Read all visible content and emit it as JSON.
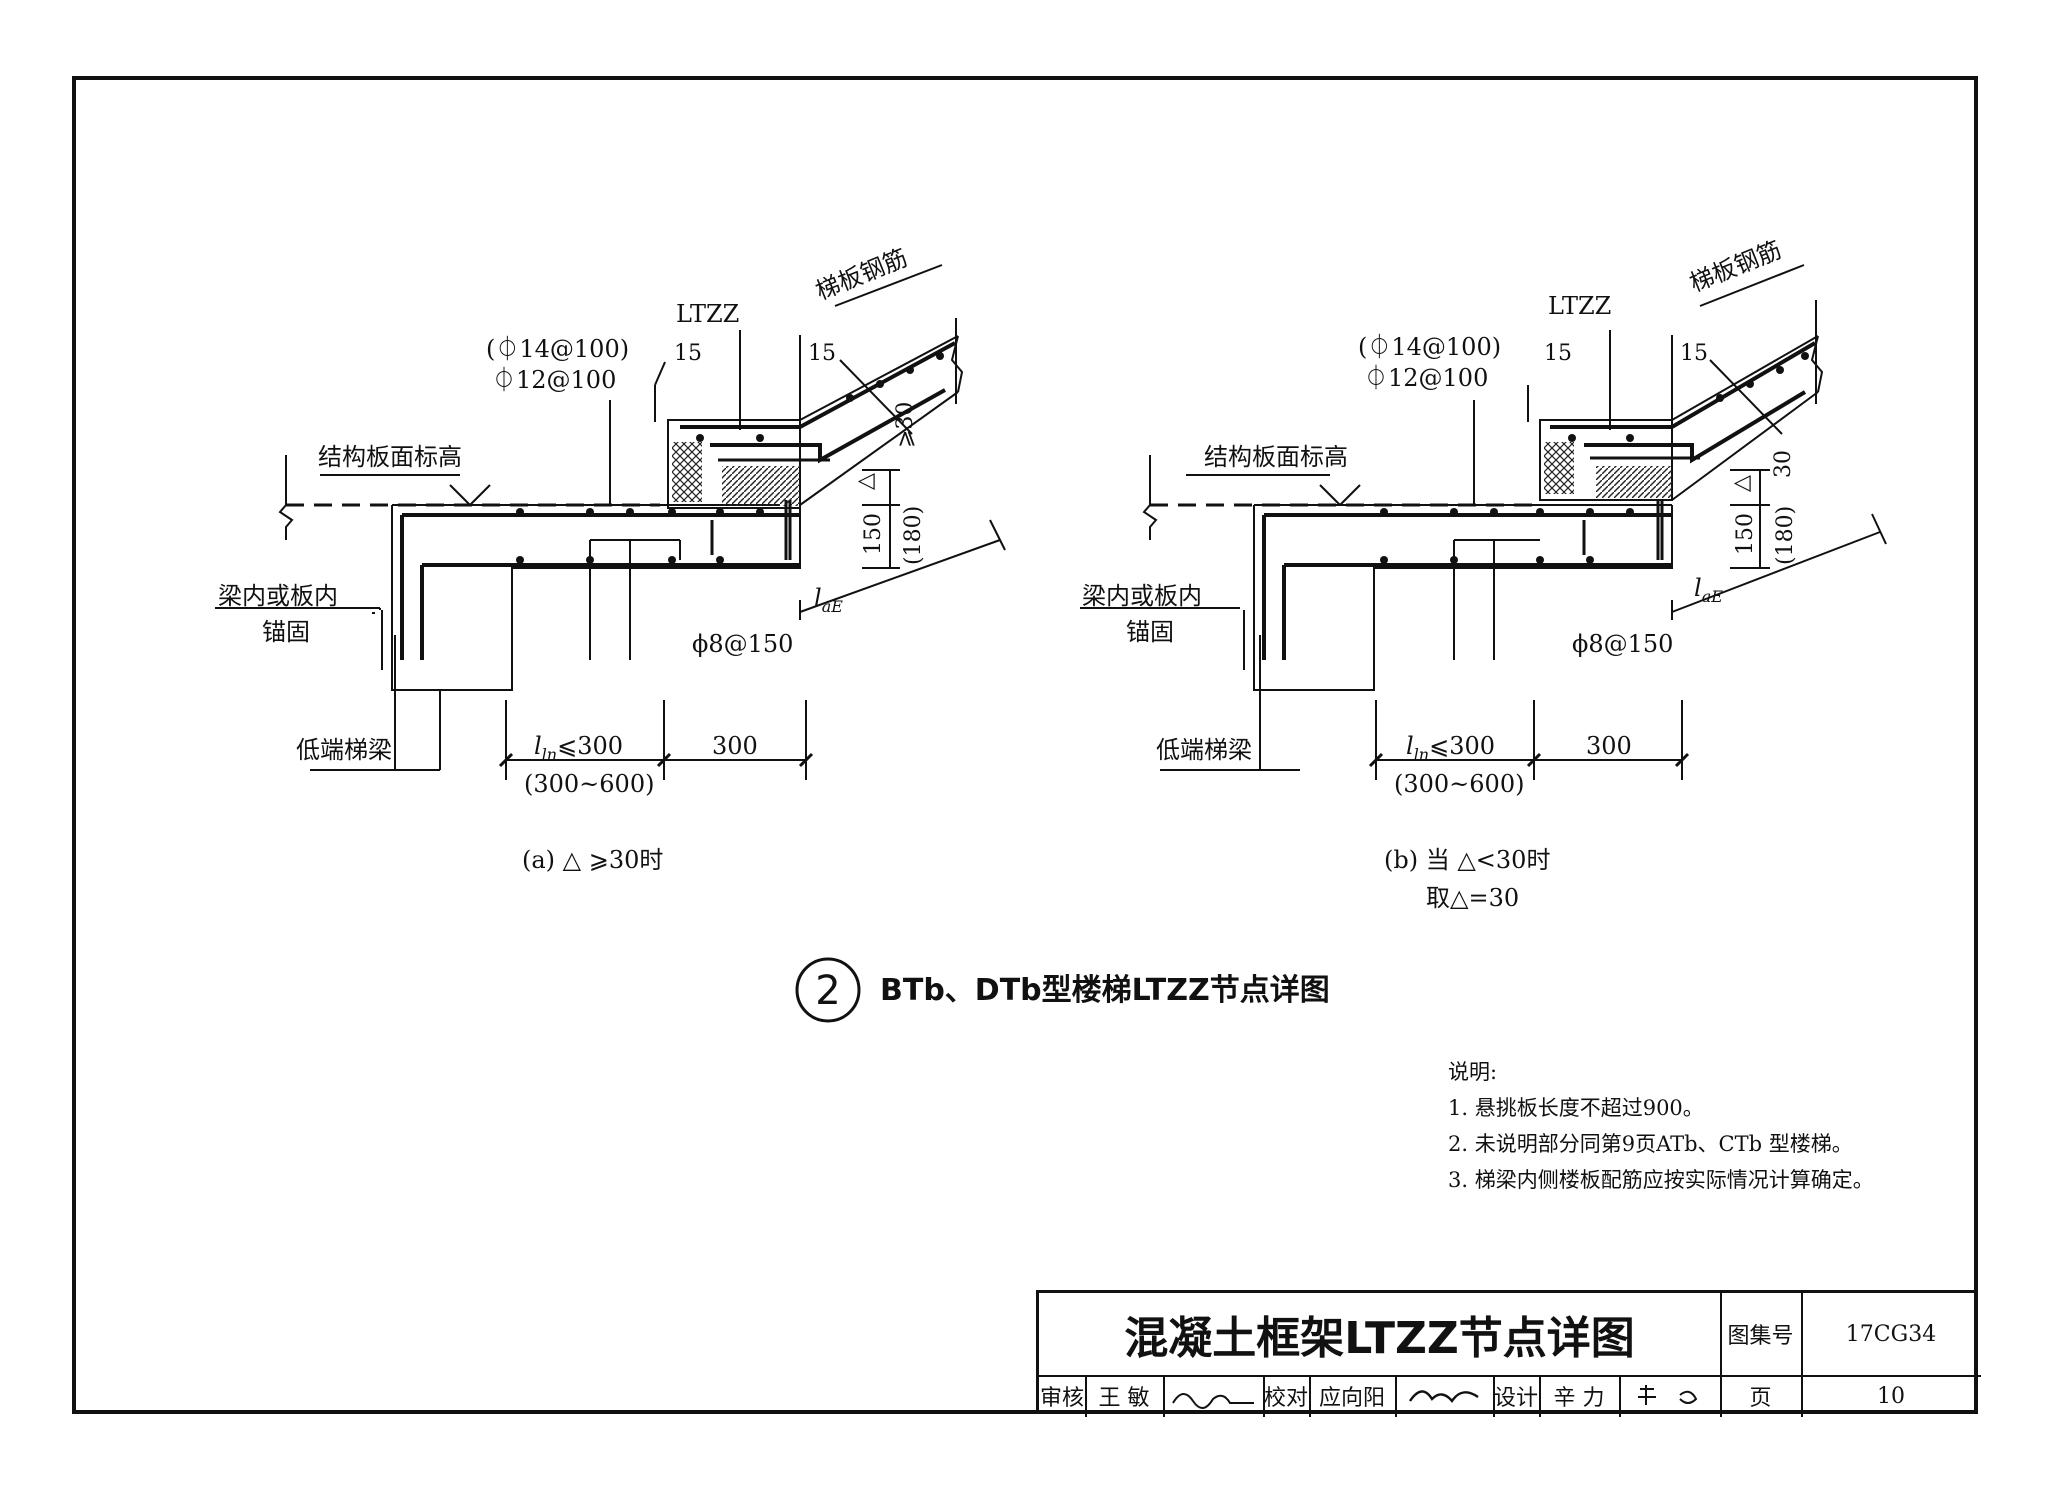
{
  "diagrams": [
    {
      "slab_top_label": "结构板面标高",
      "rebar_top_label": "(⏀14@100)",
      "rebar_bottom_label": "⏀12@100",
      "ltzz_label": "LTZZ",
      "stair_rebar_label": "梯板钢筋",
      "cover_left": "15",
      "cover_right": "15",
      "ge30": "⩾30",
      "delta": "△",
      "thick150": "150",
      "thick180": "(180)",
      "anchor_label_1": "梁内或板内",
      "anchor_label_2": "锚固",
      "lae": "l",
      "lae_sub": "aE",
      "stirrup_label": "ϕ8@150",
      "beam_label": "低端梯梁",
      "dim_ln": "l",
      "dim_ln_sub": "ln",
      "dim_ln_val": "⩽300",
      "dim_ln_range": "(300~600)",
      "dim_300": "300",
      "caption_1": "(a) △ ⩾30时",
      "caption_2": ""
    },
    {
      "slab_top_label": "结构板面标高",
      "rebar_top_label": "(⏀14@100)",
      "rebar_bottom_label": "⏀12@100",
      "ltzz_label": "LTZZ",
      "stair_rebar_label": "梯板钢筋",
      "cover_left": "15",
      "cover_right": "15",
      "ge30": "30",
      "delta": "△",
      "thick150": "150",
      "thick180": "(180)",
      "anchor_label_1": "梁内或板内",
      "anchor_label_2": "锚固",
      "lae": "l",
      "lae_sub": "aE",
      "stirrup_label": "ϕ8@150",
      "beam_label": "低端梯梁",
      "dim_ln": "l",
      "dim_ln_sub": "ln",
      "dim_ln_val": "⩽300",
      "dim_ln_range": "(300~600)",
      "dim_300": "300",
      "caption_1": "(b) 当 △<30时",
      "caption_2": "取△=30"
    }
  ],
  "detail": {
    "number": "2",
    "title": "BTb、DTb型楼梯LTZZ节点详图"
  },
  "notes": {
    "heading": "说明:",
    "items": [
      "1. 悬挑板长度不超过900。",
      "2. 未说明部分同第9页ATb、CTb 型楼梯。",
      "3. 梯梁内侧楼板配筋应按实际情况计算确定。"
    ]
  },
  "title_block": {
    "title": "混凝土框架LTZZ节点详图",
    "atlas_label": "图集号",
    "atlas_value": "17CG34",
    "page_label": "页",
    "page_value": "10",
    "review_label": "审核",
    "review_name": "王 敏",
    "check_label": "校对",
    "check_name": "应向阳",
    "design_label": "设计",
    "design_name": "辛 力"
  }
}
